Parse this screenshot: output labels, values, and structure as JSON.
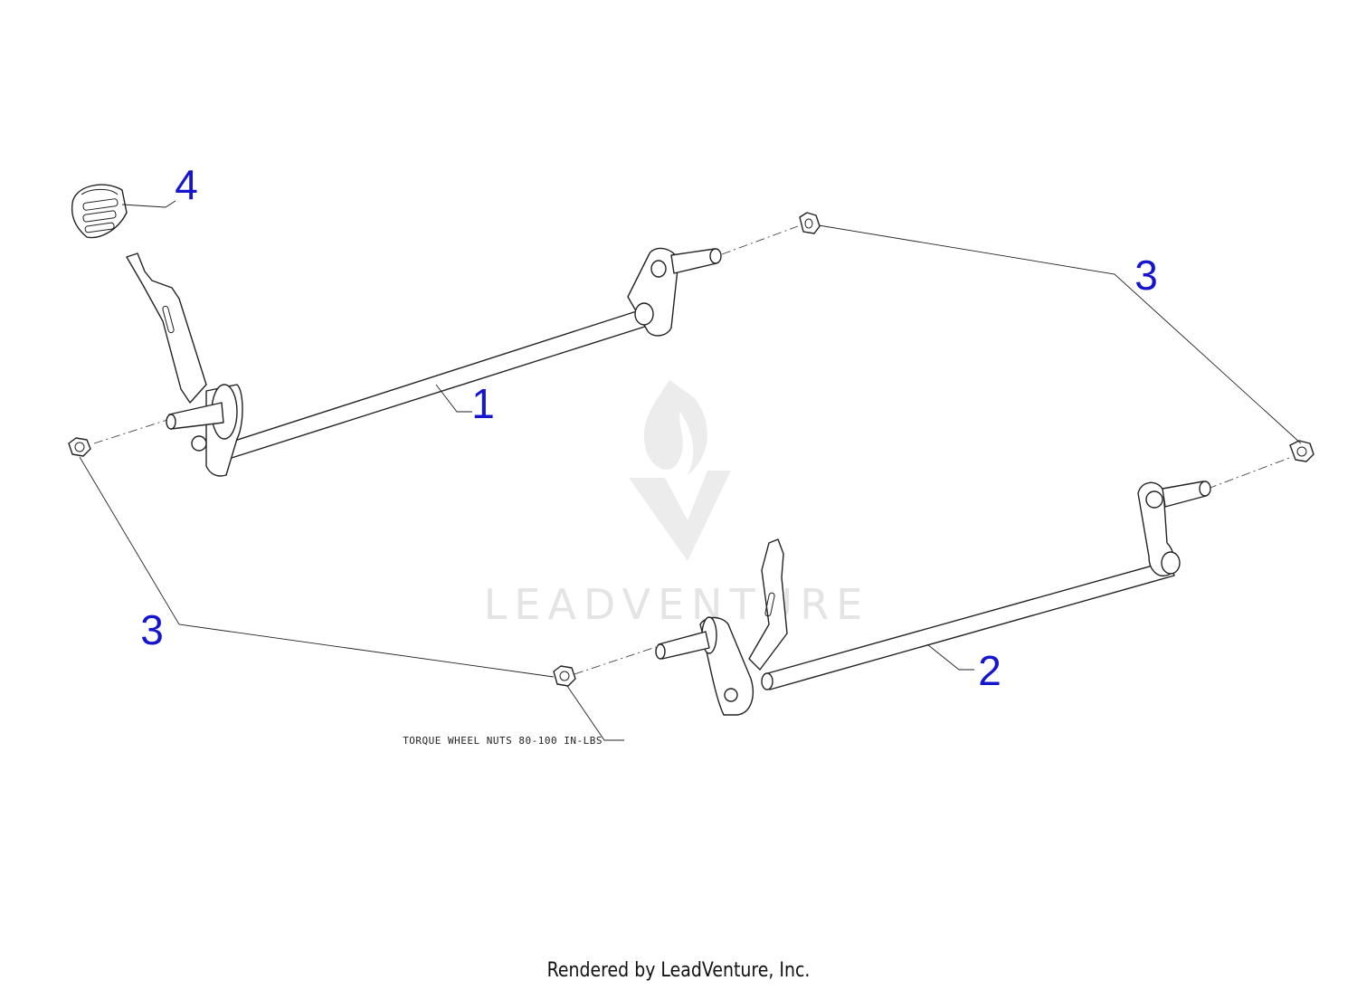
{
  "callouts": {
    "c1": "1",
    "c2": "2",
    "c3_top": "3",
    "c3_bottom": "3",
    "c4": "4"
  },
  "note": "TORQUE WHEEL NUTS 80-100 IN-LBS",
  "watermark": "LEADVENTURE",
  "footer": "Rendered by LeadVenture, Inc.",
  "colors": {
    "callout": "#1515d0",
    "line": "#222222",
    "watermark": "#e4e4e4"
  }
}
